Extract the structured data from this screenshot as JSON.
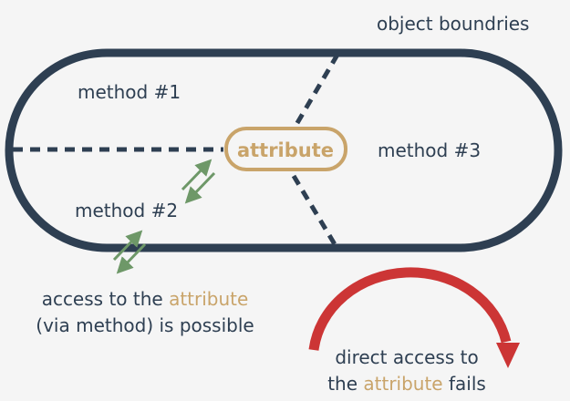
{
  "labels": {
    "object_boundaries": "object boundries",
    "method1": "method #1",
    "method2": "method #2",
    "method3": "method #3",
    "attribute": "attribute"
  },
  "captions": {
    "possible": {
      "line1_before": "access to the ",
      "line1_highlight": "attribute",
      "line2": "(via method) is possible"
    },
    "fails": {
      "line1": "direct access to",
      "line2_before": "the ",
      "line2_highlight": "attribute",
      "line2_after": " fails"
    }
  },
  "colors": {
    "boundary": "#2e3f52",
    "attribute": "#c9a46a",
    "access_arrows": "#6e9868",
    "fail_arrow": "#cc3535",
    "background": "#f5f5f5"
  }
}
